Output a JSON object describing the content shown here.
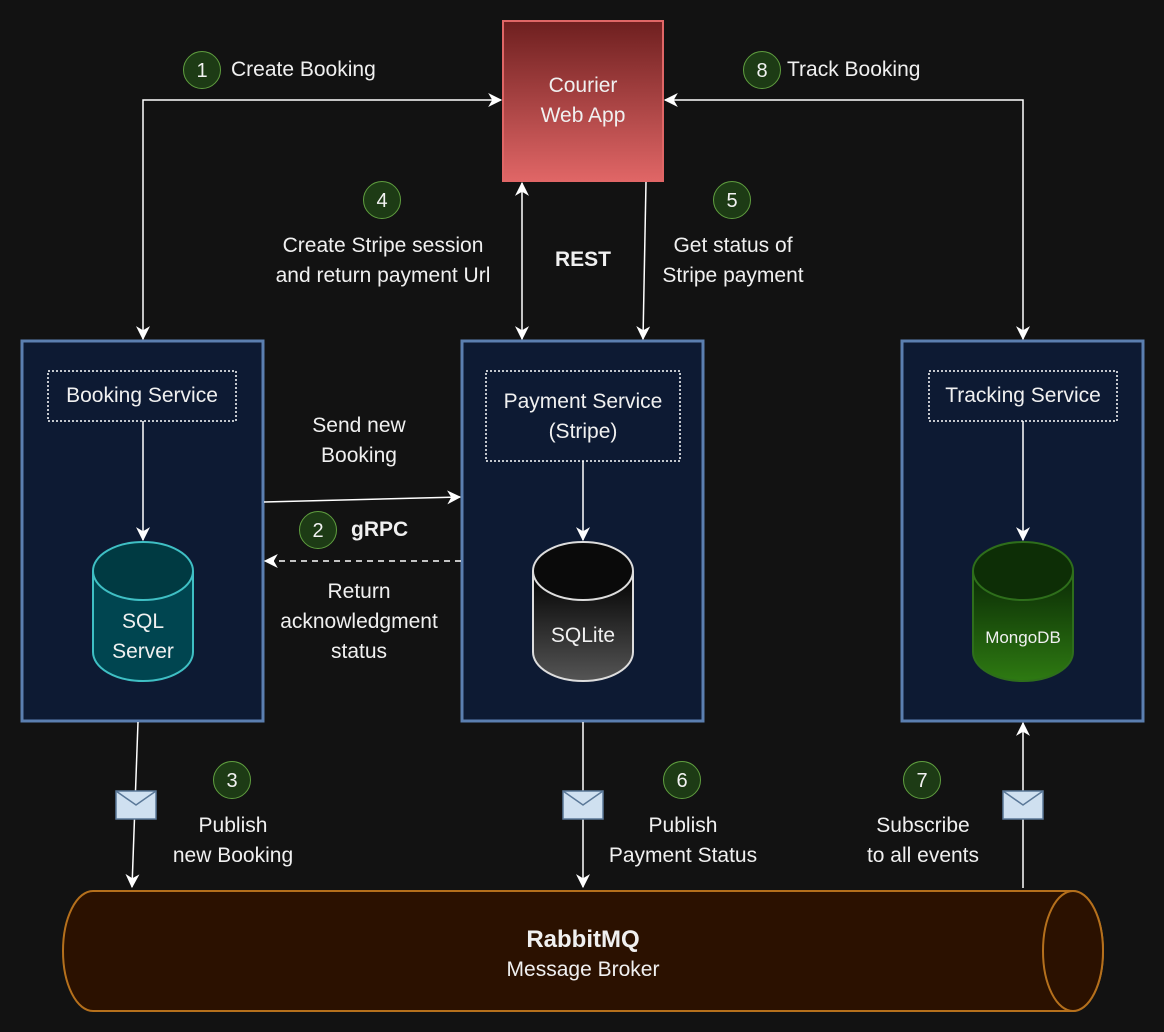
{
  "courier": {
    "line1": "Courier",
    "line2": "Web App"
  },
  "steps": [
    {
      "num": "1",
      "label": "Create Booking"
    },
    {
      "num": "2",
      "label": "gRPC"
    },
    {
      "num": "3",
      "line1": "Publish",
      "line2": "new Booking"
    },
    {
      "num": "4",
      "line1": "Create Stripe session",
      "line2": "and return payment Url"
    },
    {
      "num": "5",
      "line1": "Get status of",
      "line2": "Stripe payment"
    },
    {
      "num": "6",
      "line1": "Publish",
      "line2": "Payment Status"
    },
    {
      "num": "7",
      "line1": "Subscribe",
      "line2": "to all events"
    },
    {
      "num": "8",
      "label": "Track Booking"
    }
  ],
  "rest_label": "REST",
  "send_new_booking": {
    "line1": "Send new",
    "line2": "Booking"
  },
  "return_ack": {
    "line1": "Return",
    "line2": "acknowledgment",
    "line3": "status"
  },
  "services": {
    "booking": {
      "title": "Booking Service",
      "db_line1": "SQL",
      "db_line2": "Server"
    },
    "payment": {
      "title_line1": "Payment Service",
      "title_line2": "(Stripe)",
      "db": "SQLite"
    },
    "tracking": {
      "title": "Tracking Service",
      "db": "MongoDB"
    }
  },
  "broker": {
    "title": "RabbitMQ",
    "subtitle": "Message Broker"
  },
  "colors": {
    "background": "#121212",
    "service_box_fill": "#0d1a33",
    "service_box_border": "#5b7fb0",
    "courier_fill_top": "#6e1f1f",
    "courier_fill_bottom": "#e06666",
    "broker_fill": "#2b1100",
    "broker_border": "#b5701c",
    "sql_server_fill": "#00363d",
    "sqlite_fill": "#3a3a3a",
    "mongodb_fill": "#173d0b",
    "badge_fill": "#1d3b15"
  }
}
